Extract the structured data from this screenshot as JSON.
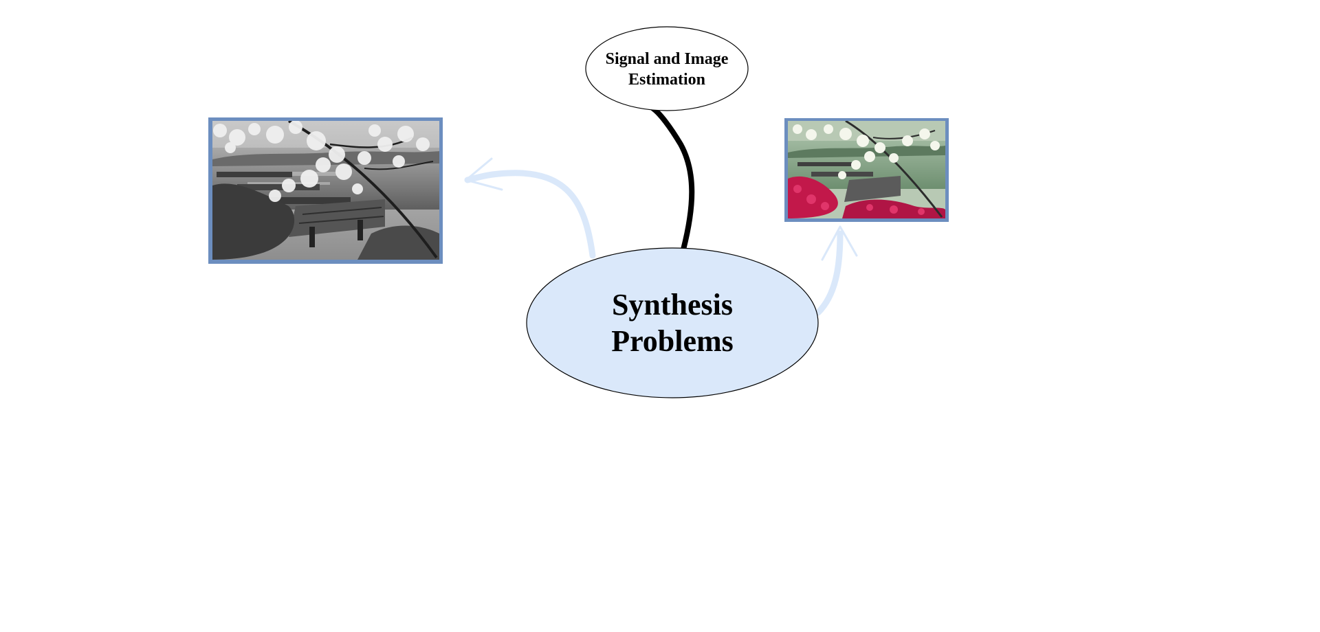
{
  "diagram": {
    "central_node": {
      "lines": [
        "Synthesis",
        "Problems"
      ],
      "fill": "#dae8fa",
      "stroke": "#000000"
    },
    "top_node": {
      "lines": [
        "Signal and Image",
        "Estimation"
      ],
      "fill": "#ffffff",
      "stroke": "#000000"
    },
    "images": {
      "grayscale_photo": {
        "description_icon": "cherry-blossom-grayscale",
        "frame_color": "#6c8ebf"
      },
      "color_photo": {
        "description_icon": "cherry-blossom-color",
        "frame_color": "#6c8ebf"
      }
    },
    "connector_colors": {
      "strong": "#000000",
      "light": "#dae8fa"
    }
  }
}
